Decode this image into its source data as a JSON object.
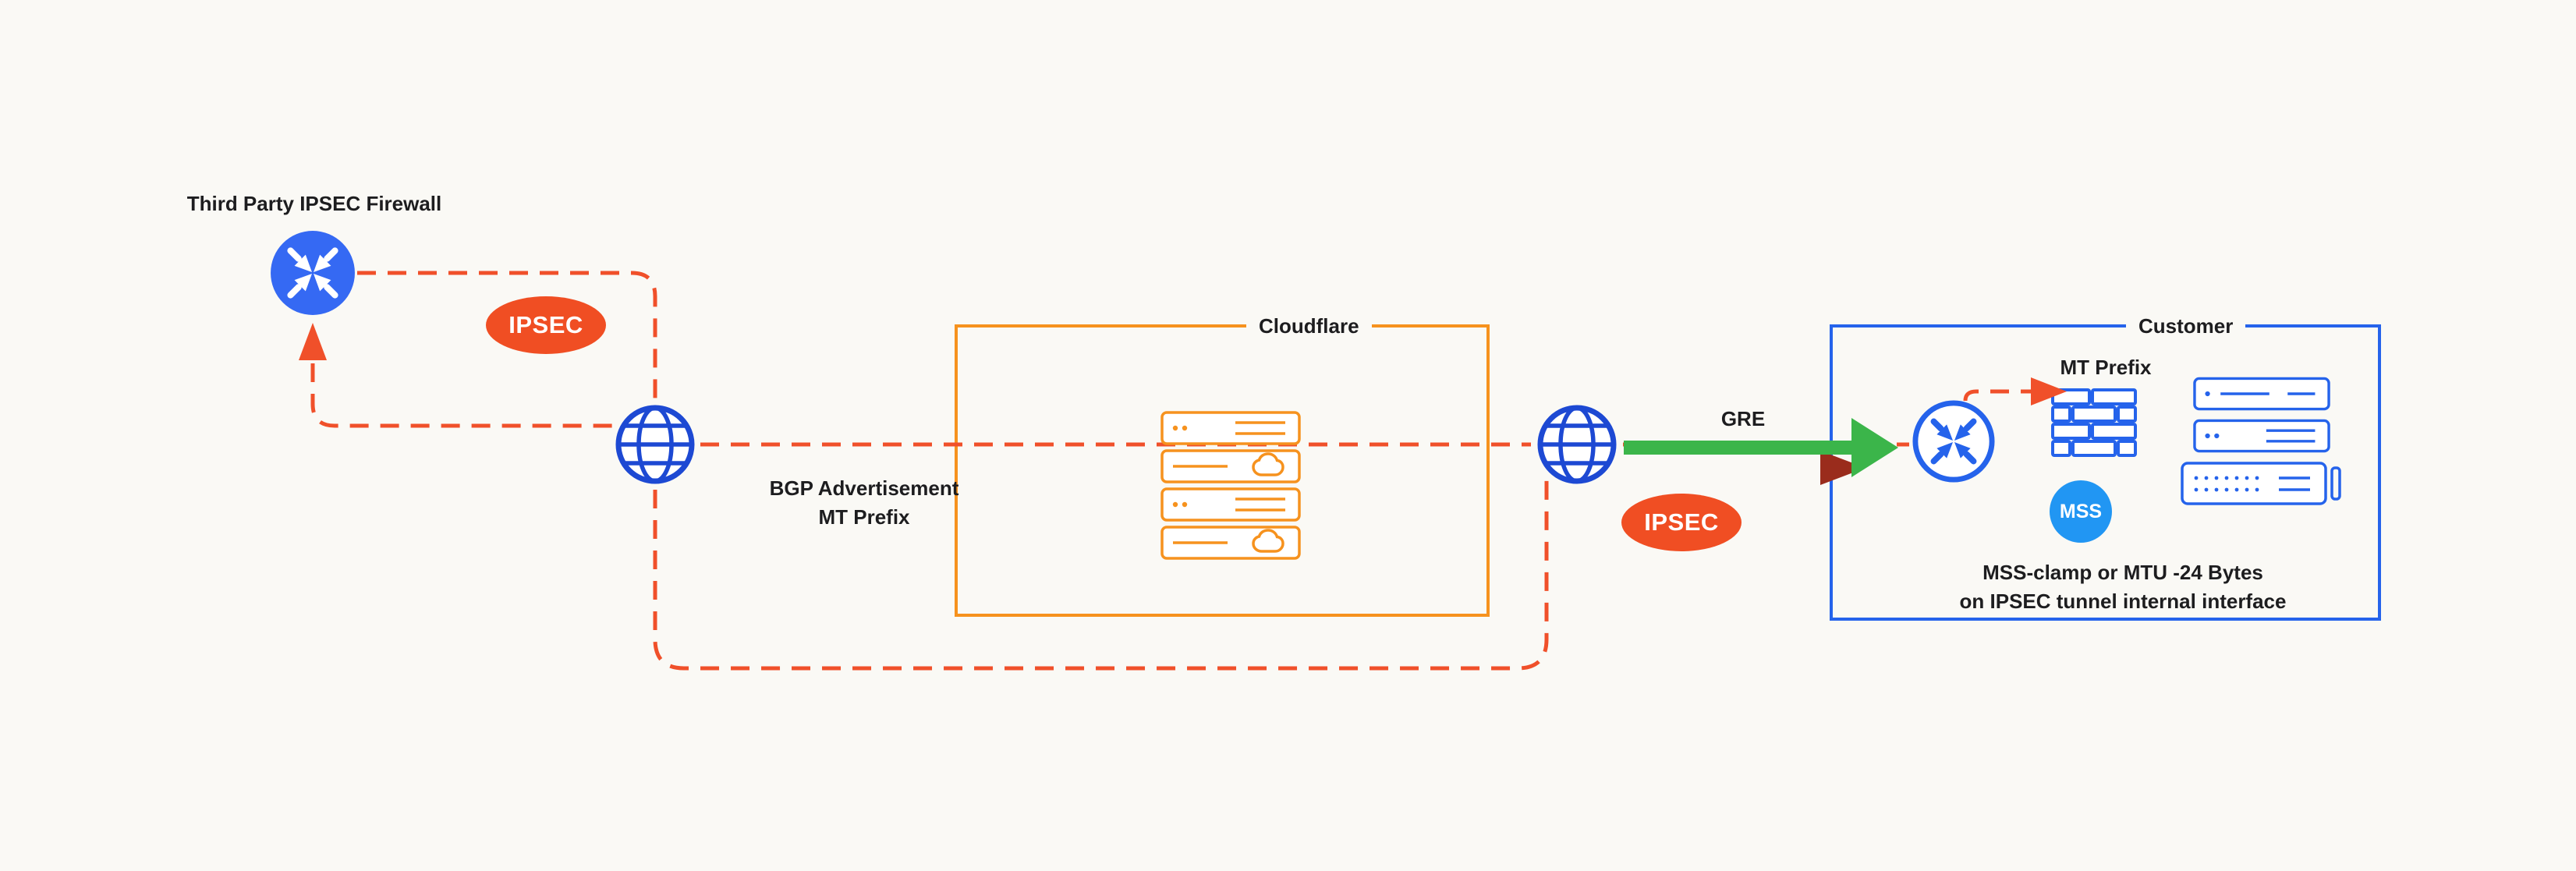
{
  "diagram": {
    "third_party_firewall_label": "Third Party IPSEC Firewall",
    "ipsec_badge_left": "IPSEC",
    "ipsec_badge_right": "IPSEC",
    "bgp_advertisement_line1": "BGP Advertisement",
    "bgp_advertisement_line2": "MT Prefix",
    "cloudflare_box_label": "Cloudflare",
    "gre_label": "GRE",
    "customer_box_label": "Customer",
    "mt_prefix_label": "MT Prefix",
    "mss_badge_label": "MSS",
    "mss_note_line1": "MSS-clamp or MTU -24 Bytes",
    "mss_note_line2": "on IPSEC tunnel internal interface"
  },
  "colors": {
    "bg": "#faf9f5",
    "text": "#1d1d1f",
    "dash": "#f0502a",
    "ipsec": "#f04e23",
    "orange": "#f6921e",
    "globe": "#1d49d3",
    "router": "#3569f3",
    "blue": "#2563eb",
    "mss": "#2196f3",
    "green": "#3bb54a",
    "dark": "#9a2c1c"
  }
}
